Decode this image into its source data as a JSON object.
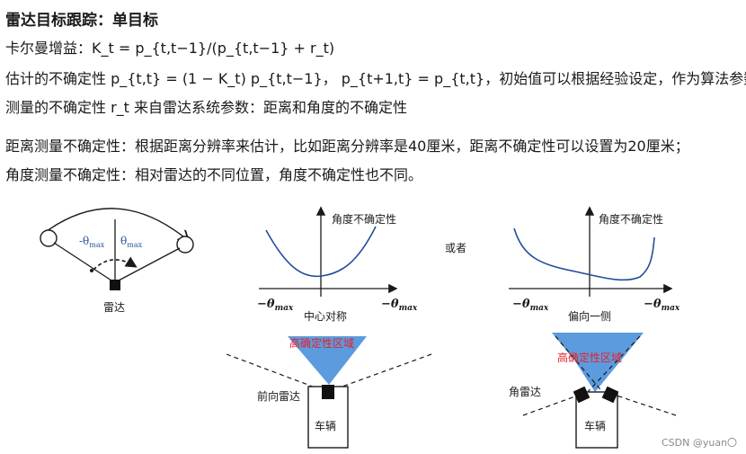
{
  "title": "雷达目标跟踪：单目标",
  "lines": {
    "kalman_gain": "卡尔曼增益：K_t = p_{t,t−1}/(p_{t,t−1} + r_t)",
    "estimate_uncertainty": "估计的不确定性 p_{t,t} = (1 − K_t) p_{t,t−1}，  p_{t+1,t} = p_{t,t}，初始值可以根据经验设定，作为算法参数",
    "measurement_uncertainty": "测量的不确定性 r_t 来自雷达系统参数：距离和角度的不确定性",
    "range_uncertainty": "距离测量不确定性：根据距离分辨率来估计，比如距离分辨率是40厘米，距离不确定性可以设置为20厘米；",
    "angle_uncertainty": "角度测量不确定性：相对雷达的不同位置，角度不确定性也不同。"
  },
  "diagram1": {
    "neg_theta": "-θ",
    "pos_theta": "θ",
    "sub_max": "max",
    "radar_label": "雷达"
  },
  "chart_left": {
    "ylabel": "角度不确定性",
    "xmin_label": "−θ",
    "xmax_label": "−θ",
    "sub": "max",
    "caption": "中心对称"
  },
  "or_text": "或者",
  "chart_right": {
    "ylabel": "角度不确定性",
    "xmin_label": "−θ",
    "xmax_label": "−θ",
    "sub": "max",
    "caption": "偏向一侧"
  },
  "car_left": {
    "zone_label": "高确定性区域",
    "radar_label": "前向雷达",
    "vehicle_label": "车辆"
  },
  "car_right": {
    "zone_label": "高确定性区域",
    "radar_label": "角雷达",
    "vehicle_label": "车辆"
  },
  "watermark": "CSDN @yuan〇",
  "colors": {
    "curve": "#1f4e9c",
    "zone_fill": "#4a90d9",
    "zone_label": "#e8202a",
    "radar_block": "#111111"
  }
}
